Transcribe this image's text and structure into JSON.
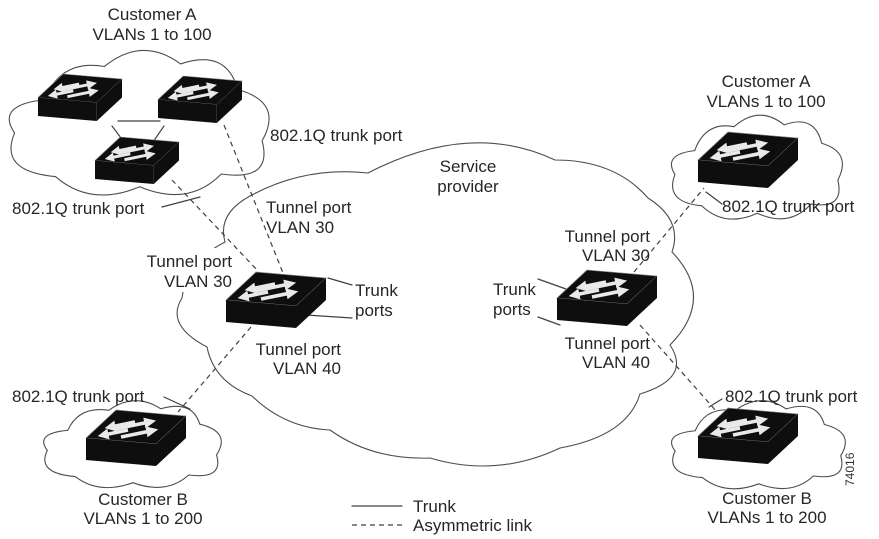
{
  "diagram": {
    "title_labels": {
      "customer_a": {
        "name": "Customer A",
        "vlans": "VLANs 1 to 100"
      },
      "customer_b": {
        "name": "Customer B",
        "vlans": "VLANs 1 to 200"
      },
      "service_provider": {
        "line1": "Service",
        "line2": "provider"
      }
    },
    "port_labels": {
      "dot1q_trunk": "802.1Q trunk port",
      "tunnel_port": "Tunnel port",
      "vlan_30": "VLAN 30",
      "vlan_40": "VLAN 40",
      "trunk": "Trunk",
      "ports": "ports"
    },
    "legend": {
      "trunk": "Trunk",
      "asymmetric_link": "Asymmetric link"
    },
    "figure_number": "74016",
    "colors": {
      "line": "#404040",
      "text": "#262626",
      "switch_fill": "#0e0e0e",
      "arrow_fill": "#e9e9e9",
      "background": "#ffffff"
    }
  }
}
